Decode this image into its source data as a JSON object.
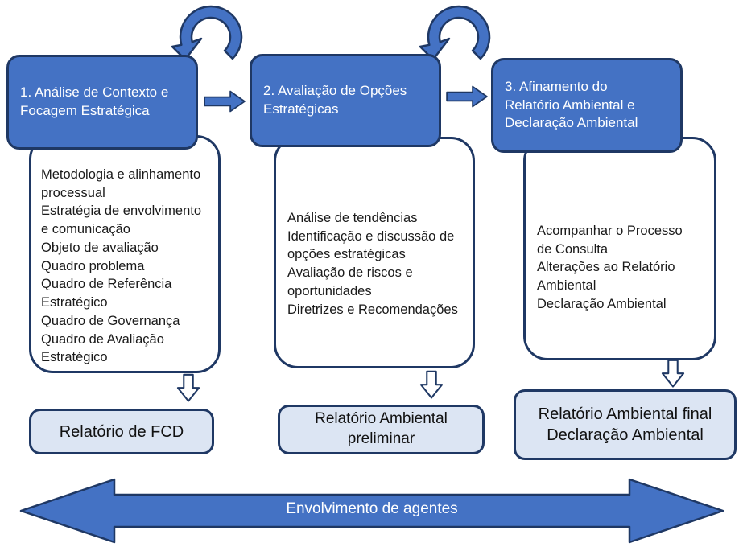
{
  "diagram": {
    "phases": [
      {
        "title": "1. Análise de Contexto e Focagem Estratégica",
        "items": [
          "Metodologia e alinhamento processual",
          "Estratégia de envolvimento e comunicação",
          "Objeto de avaliação",
          "Quadro problema",
          "Quadro de Referência Estratégico",
          "Quadro de Governança",
          "Quadro de Avaliação Estratégico"
        ],
        "output": [
          "Relatório de FCD"
        ]
      },
      {
        "title": "2. Avaliação de Opções Estratégicas",
        "items": [
          "Análise de tendências",
          "Identificação e discussão de opções estratégicas",
          "Avaliação de riscos e oportunidades",
          "Diretrizes e Recomendações"
        ],
        "output": [
          "Relatório Ambiental",
          "preliminar"
        ]
      },
      {
        "title": "3. Afinamento do Relatório Ambiental e Declaração Ambiental",
        "items": [
          "Acompanhar o Processo de Consulta",
          "Alterações ao Relatório Ambiental",
          "Declaração Ambiental"
        ],
        "output": [
          "Relatório Ambiental final",
          "Declaração Ambiental"
        ]
      }
    ],
    "bottom_arrow_label": "Envolvimento de agentes",
    "colors": {
      "primary_blue": "#4472C4",
      "dark_navy": "#1F3864",
      "light_blue_fill": "#DCE5F3",
      "white": "#FFFFFF"
    }
  }
}
